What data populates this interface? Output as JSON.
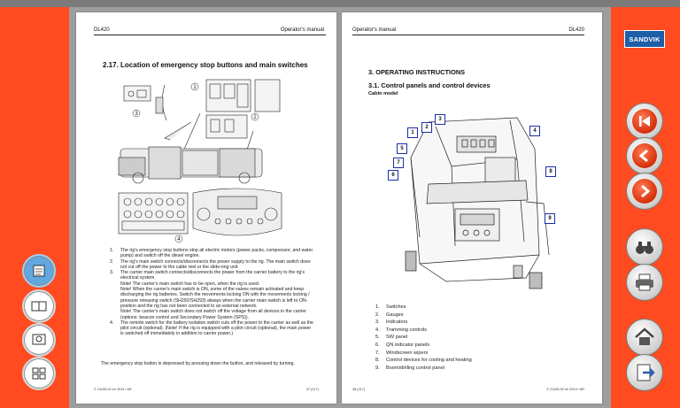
{
  "left_page": {
    "header_left": "DL420",
    "header_right": "Operator's manual",
    "section_title": "2.17. Location of emergency stop buttons and main switches",
    "items": [
      {
        "num": "1.",
        "text": "The rig's emergency stop buttons stop all electric motors (power packs, compressor, and water pump) and switch off the diesel engine."
      },
      {
        "num": "2.",
        "text": "The rig's main switch connects/disconnects the power supply to the rig. The main switch does not cut off the power to the cable reel or the slide-ring unit."
      },
      {
        "num": "3.",
        "text": "The carrier main switch connects/disconnects the power from the carrier battery to the rig's electrical system."
      },
      {
        "num": "",
        "text": "Note! The carrier's main switch has to be open, when the rig is used."
      },
      {
        "num": "",
        "text": "Note! When the carrier's main switch is ON, some of the valves remain activated and keep discharging the rig batteries. Switch the movements locking ON with the movements locking / pressure releasing switch (SH292/SH293) always when the carrier main switch is left to ON-position and the rig has not been connected to an external network."
      },
      {
        "num": "",
        "text": "Note! The carrier's main switch does not switch off the voltage from all devices in the carrier (options: beacon control and Secondary Power System (SPS))."
      },
      {
        "num": "4.",
        "text": "The remote switch for the battery isolation switch cuts off the power to the carrier as well as the pilot circuit (optional). (Note! If the rig is equipped with a pilot circuit (optional), the main power is switched off immediately in addition to carrier power.)"
      }
    ],
    "closing": "The emergency stop button is depressed by pressing down the button, and released by turning.",
    "footer_left": "© 21195-02 en 2013 / AR",
    "footer_right": "37 (217)",
    "diagram_callouts": [
      "1",
      "2",
      "3",
      "4"
    ]
  },
  "right_page": {
    "header_left": "Operator's manual",
    "header_right": "DL420",
    "chapter_title": "3.      OPERATING INSTRUCTIONS",
    "section_title": "3.1.    Control panels and control devices",
    "subtitle": "Cabin model",
    "callouts": [
      "1",
      "2",
      "3",
      "4",
      "5",
      "6",
      "7",
      "8",
      "9"
    ],
    "legend": [
      {
        "num": "1.",
        "text": "Switches"
      },
      {
        "num": "2.",
        "text": "Gauges"
      },
      {
        "num": "3.",
        "text": "Indicators"
      },
      {
        "num": "4.",
        "text": "Tramming controls"
      },
      {
        "num": "5.",
        "text": "SW panel"
      },
      {
        "num": "6.",
        "text": "QN indicator panels"
      },
      {
        "num": "7.",
        "text": "Windscreen wipers"
      },
      {
        "num": "8.",
        "text": "Control devices for cooling and heating"
      },
      {
        "num": "9.",
        "text": "Boom/drilling control panel"
      }
    ],
    "footer_left": "38 (217)",
    "footer_right": "© 21195-02 en 2013 / AR"
  },
  "sidebar_left": {
    "buttons": [
      {
        "name": "view-single-page-button",
        "icon": "single-page-icon",
        "active": true
      },
      {
        "name": "view-double-page-button",
        "icon": "double-page-icon",
        "active": false
      },
      {
        "name": "view-zoom-page-button",
        "icon": "zoom-page-icon",
        "active": false
      },
      {
        "name": "view-thumbnail-button",
        "icon": "thumbnail-icon",
        "active": false
      }
    ]
  },
  "sidebar_right": {
    "logo": "SANDVIK",
    "buttons": [
      {
        "name": "first-page-button",
        "icon": "skip-back-icon"
      },
      {
        "name": "previous-page-button",
        "icon": "chevron-left-icon"
      },
      {
        "name": "next-page-button",
        "icon": "chevron-right-icon"
      },
      {
        "name": "search-button",
        "icon": "binoculars-icon"
      },
      {
        "name": "print-button",
        "icon": "printer-icon"
      },
      {
        "name": "home-button",
        "icon": "home-icon"
      },
      {
        "name": "exit-button",
        "icon": "exit-icon"
      }
    ]
  },
  "colors": {
    "frame": "#ff4b1f",
    "accent_blue": "#1a2fa8",
    "logo_blue": "#1d5ea8"
  }
}
